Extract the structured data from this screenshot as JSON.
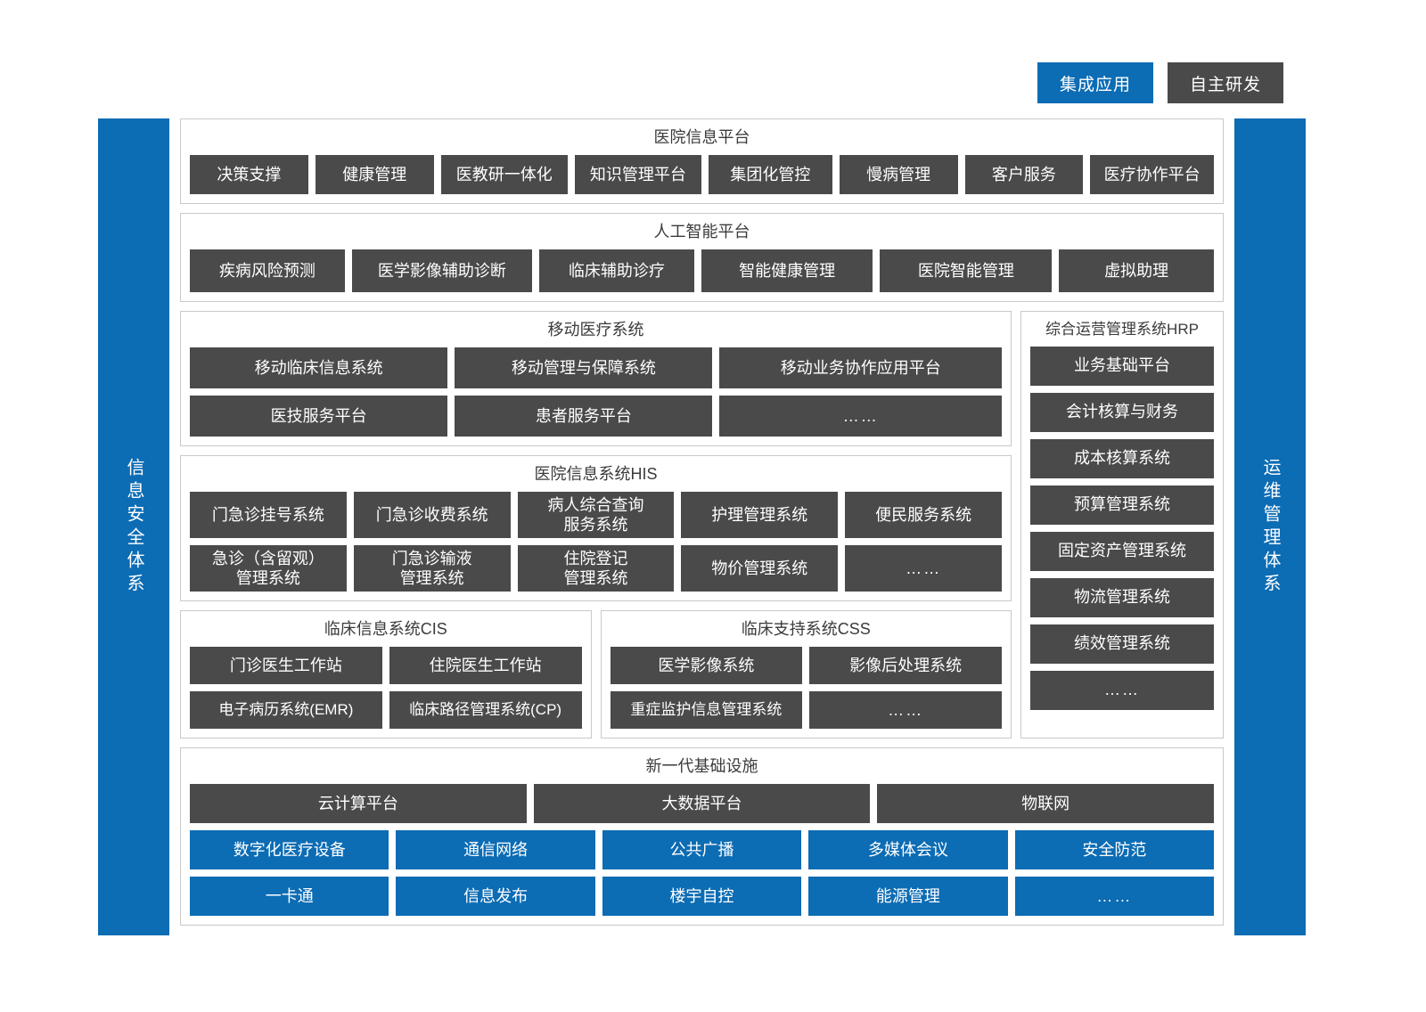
{
  "legend": [
    {
      "label": "集成应用",
      "color": "#0c6cb4",
      "type": "integrated"
    },
    {
      "label": "自主研发",
      "color": "#4a4a4a",
      "type": "self-developed"
    }
  ],
  "sidebars": {
    "left": "信息安全体系",
    "right": "运维管理体系"
  },
  "colors": {
    "blue": "#0c6cb4",
    "gray": "#4a4a4a",
    "panel_border": "#c9c9c9",
    "title_text": "#3b3b3b",
    "background": "#ffffff"
  },
  "sections": {
    "hospital_platform": {
      "title": "医院信息平台",
      "items": [
        "决策支撑",
        "健康管理",
        "医教研一体化",
        "知识管理平台",
        "集团化管控",
        "慢病管理",
        "客户服务",
        "医疗协作平台"
      ]
    },
    "ai_platform": {
      "title": "人工智能平台",
      "items": [
        "疾病风险预测",
        "医学影像辅助诊断",
        "临床辅助诊疗",
        "智能健康管理",
        "医院智能管理",
        "虚拟助理"
      ]
    },
    "mobile_medical": {
      "title": "移动医疗系统",
      "rows": [
        [
          "移动临床信息系统",
          "移动管理与保障系统",
          "移动业务协作应用平台"
        ],
        [
          "医技服务平台",
          "患者服务平台",
          "……"
        ]
      ]
    },
    "his": {
      "title": "医院信息系统HIS",
      "rows": [
        [
          "门急诊挂号系统",
          "门急诊收费系统",
          "病人综合查询\n服务系统",
          "护理管理系统",
          "便民服务系统"
        ],
        [
          "急诊（含留观）\n管理系统",
          "门急诊输液\n管理系统",
          "住院登记\n管理系统",
          "物价管理系统",
          "……"
        ]
      ]
    },
    "cis": {
      "title": "临床信息系统CIS",
      "rows": [
        [
          "门诊医生工作站",
          "住院医生工作站"
        ],
        [
          "电子病历系统(EMR)",
          "临床路径管理系统(CP)"
        ]
      ]
    },
    "css": {
      "title": "临床支持系统CSS",
      "rows": [
        [
          "医学影像系统",
          "影像后处理系统"
        ],
        [
          "重症监护信息管理系统",
          "……"
        ]
      ]
    },
    "hrp": {
      "title": "综合运营管理系统HRP",
      "items": [
        "业务基础平台",
        "会计核算与财务",
        "成本核算系统",
        "预算管理系统",
        "固定资产管理系统",
        "物流管理系统",
        "绩效管理系统",
        "……"
      ]
    },
    "infrastructure": {
      "title": "新一代基础设施",
      "top_row": [
        "云计算平台",
        "大数据平台",
        "物联网"
      ],
      "blue_rows": [
        [
          "数字化医疗设备",
          "通信网络",
          "公共广播",
          "多媒体会议",
          "安全防范"
        ],
        [
          "一卡通",
          "信息发布",
          "楼宇自控",
          "能源管理",
          "……"
        ]
      ]
    }
  }
}
